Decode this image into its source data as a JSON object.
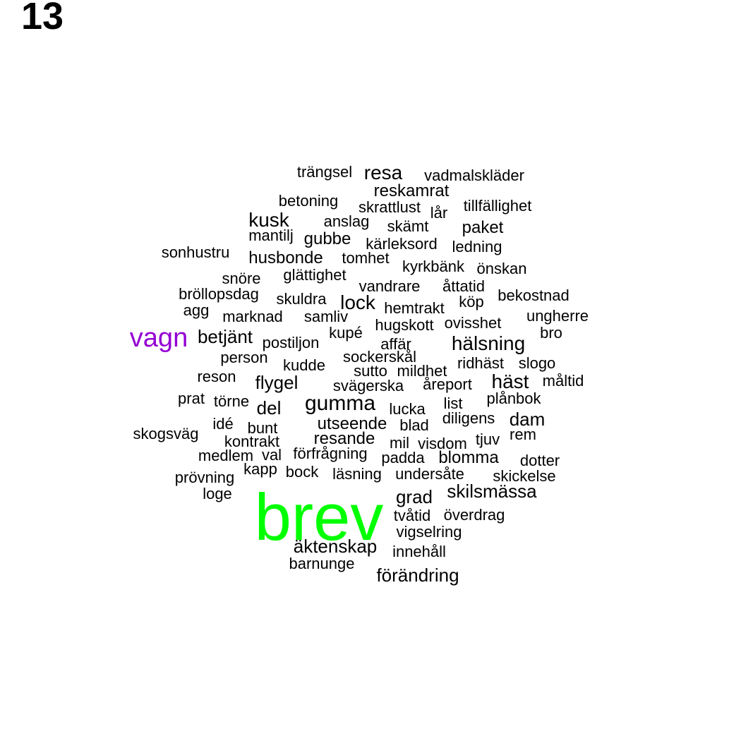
{
  "panel_number": "13",
  "colors": {
    "default": "#000000",
    "top": "#00ff00",
    "second": "#9400d3"
  },
  "words": [
    {
      "text": "brev",
      "color": "#00ff00"
    },
    {
      "text": "vagn",
      "color": "#9400d3"
    },
    {
      "text": "trängsel"
    },
    {
      "text": "resa"
    },
    {
      "text": "vadmalskläder"
    },
    {
      "text": "reskamrat"
    },
    {
      "text": "betoning"
    },
    {
      "text": "skrattlust"
    },
    {
      "text": "lår"
    },
    {
      "text": "tillfällighet"
    },
    {
      "text": "kusk"
    },
    {
      "text": "anslag"
    },
    {
      "text": "skämt"
    },
    {
      "text": "paket"
    },
    {
      "text": "mantilj"
    },
    {
      "text": "gubbe"
    },
    {
      "text": "kärleksord"
    },
    {
      "text": "ledning"
    },
    {
      "text": "sonhustru"
    },
    {
      "text": "husbonde"
    },
    {
      "text": "tomhet"
    },
    {
      "text": "kyrkbänk"
    },
    {
      "text": "önskan"
    },
    {
      "text": "snöre"
    },
    {
      "text": "glättighet"
    },
    {
      "text": "vandrare"
    },
    {
      "text": "åttatid"
    },
    {
      "text": "bröllopsdag"
    },
    {
      "text": "skuldra"
    },
    {
      "text": "lock"
    },
    {
      "text": "bekostnad"
    },
    {
      "text": "agg"
    },
    {
      "text": "hemtrakt"
    },
    {
      "text": "köp"
    },
    {
      "text": "marknad"
    },
    {
      "text": "samliv"
    },
    {
      "text": "ungherre"
    },
    {
      "text": "hugskott"
    },
    {
      "text": "ovisshet"
    },
    {
      "text": "betjänt"
    },
    {
      "text": "kupé"
    },
    {
      "text": "bro"
    },
    {
      "text": "postiljon"
    },
    {
      "text": "affär"
    },
    {
      "text": "hälsning"
    },
    {
      "text": "person"
    },
    {
      "text": "sockerskål"
    },
    {
      "text": "kudde"
    },
    {
      "text": "ridhäst"
    },
    {
      "text": "slogo"
    },
    {
      "text": "sutto"
    },
    {
      "text": "mildhet"
    },
    {
      "text": "reson"
    },
    {
      "text": "flygel"
    },
    {
      "text": "häst"
    },
    {
      "text": "måltid"
    },
    {
      "text": "svägerska"
    },
    {
      "text": "åreport"
    },
    {
      "text": "prat"
    },
    {
      "text": "törne"
    },
    {
      "text": "gumma"
    },
    {
      "text": "plånbok"
    },
    {
      "text": "del"
    },
    {
      "text": "lucka"
    },
    {
      "text": "list"
    },
    {
      "text": "diligens"
    },
    {
      "text": "dam"
    },
    {
      "text": "idé"
    },
    {
      "text": "utseende"
    },
    {
      "text": "blad"
    },
    {
      "text": "skogsväg"
    },
    {
      "text": "bunt"
    },
    {
      "text": "rem"
    },
    {
      "text": "resande"
    },
    {
      "text": "tjuv"
    },
    {
      "text": "kontrakt"
    },
    {
      "text": "mil"
    },
    {
      "text": "visdom"
    },
    {
      "text": "medlem"
    },
    {
      "text": "val"
    },
    {
      "text": "förfrågning"
    },
    {
      "text": "padda"
    },
    {
      "text": "blomma"
    },
    {
      "text": "dotter"
    },
    {
      "text": "kapp"
    },
    {
      "text": "bock"
    },
    {
      "text": "läsning"
    },
    {
      "text": "undersåte"
    },
    {
      "text": "prövning"
    },
    {
      "text": "skickelse"
    },
    {
      "text": "skilsmässa"
    },
    {
      "text": "loge"
    },
    {
      "text": "grad"
    },
    {
      "text": "tvåtid"
    },
    {
      "text": "överdrag"
    },
    {
      "text": "vigselring"
    },
    {
      "text": "äktenskap"
    },
    {
      "text": "innehåll"
    },
    {
      "text": "barnunge"
    },
    {
      "text": "förändring"
    }
  ]
}
